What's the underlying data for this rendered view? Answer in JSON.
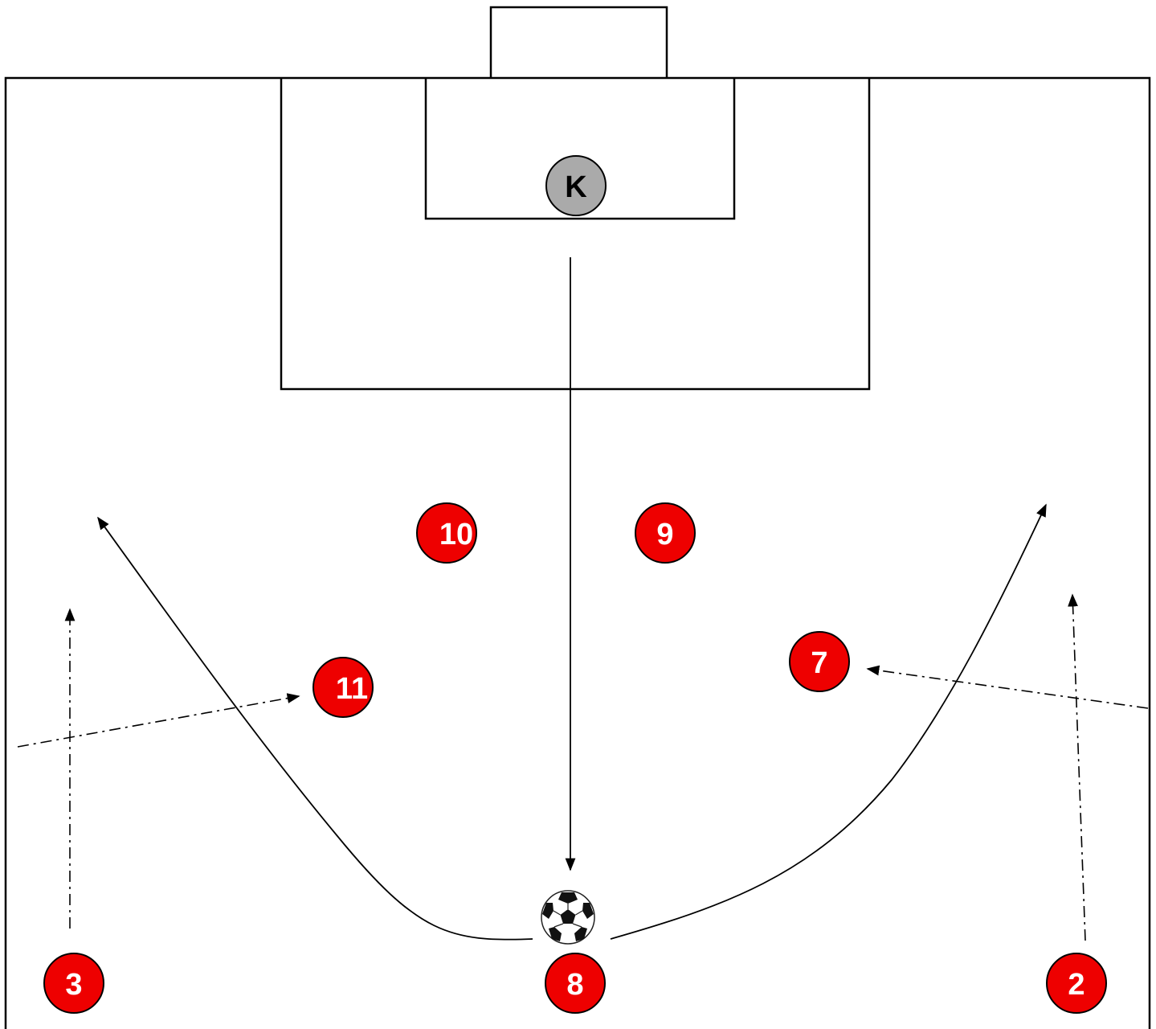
{
  "colors": {
    "player_fill": "#ee0000",
    "keeper_fill": "#aaaaaa",
    "lines": "#000000",
    "background": "#ffffff"
  },
  "players": [
    {
      "id": "p3",
      "label": "3"
    },
    {
      "id": "p8",
      "label": "8"
    },
    {
      "id": "p2",
      "label": "2"
    },
    {
      "id": "p10",
      "label": "10"
    },
    {
      "id": "p9",
      "label": "9"
    },
    {
      "id": "p11",
      "label": "11"
    },
    {
      "id": "p7",
      "label": "7"
    }
  ],
  "keeper": {
    "label": "K"
  },
  "ball": {
    "icon": "soccer-ball-icon"
  }
}
